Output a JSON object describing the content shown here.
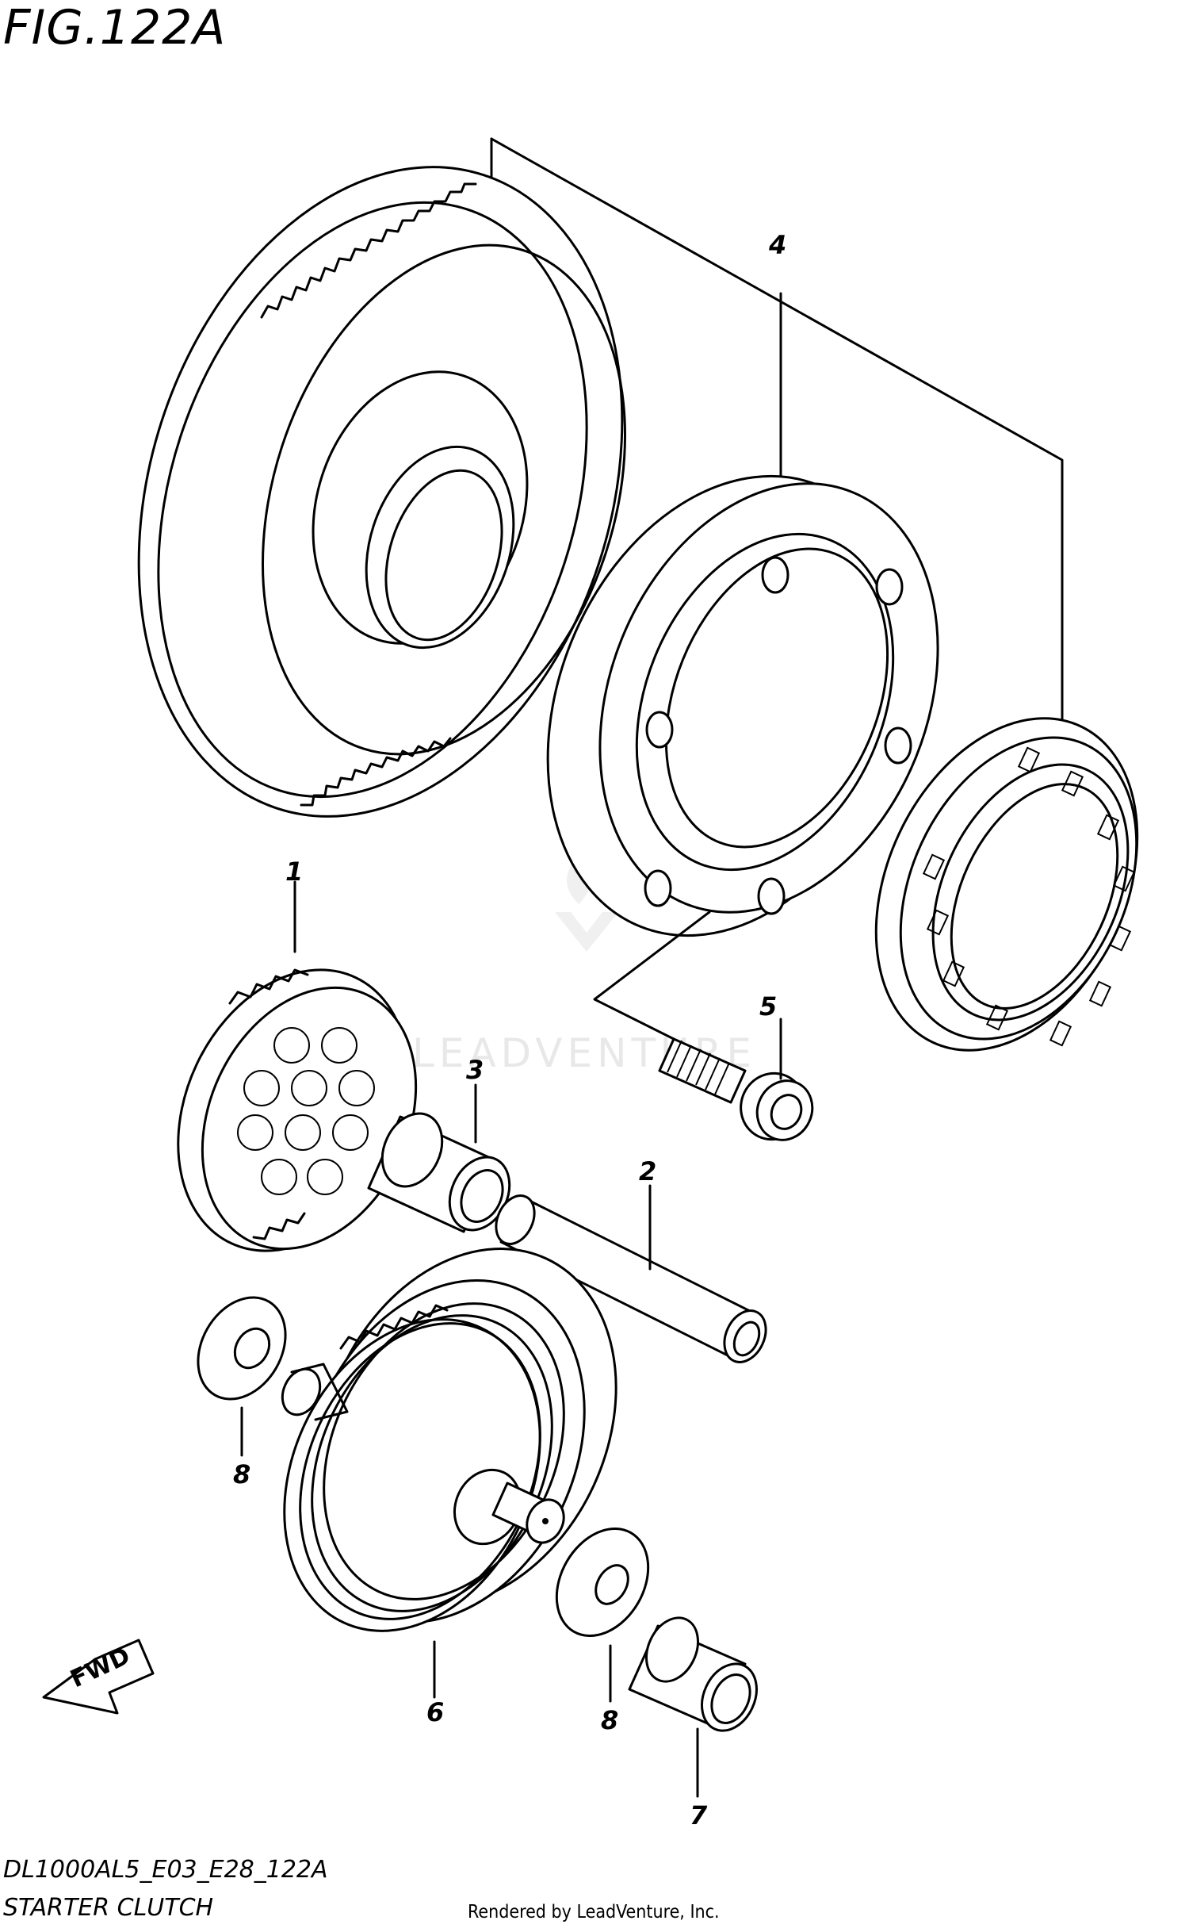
{
  "figure": {
    "title": "FIG.122A",
    "model_code": "DL1000AL5_E03_E28_122A",
    "caption": "STARTER CLUTCH",
    "render_credit": "Rendered by LeadVenture, Inc.",
    "watermark": "LEADVENTURE",
    "direction_arrow": "FWD"
  },
  "callouts": [
    "1",
    "2",
    "3",
    "4",
    "5",
    "6",
    "7",
    "8",
    "8"
  ]
}
